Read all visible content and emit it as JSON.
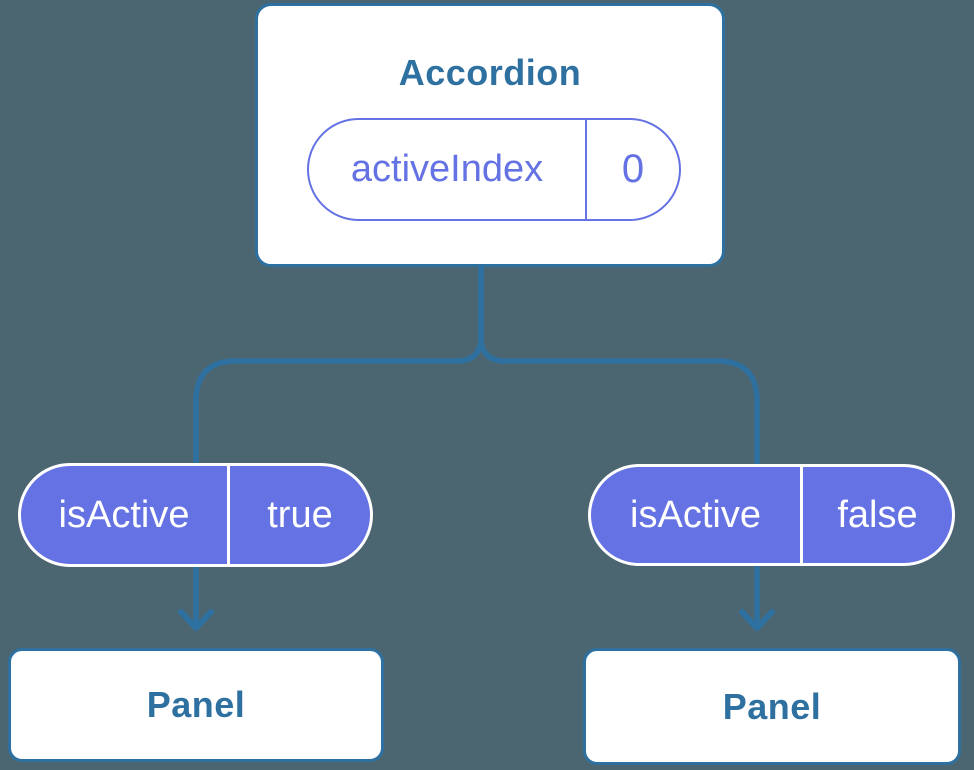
{
  "colors": {
    "bg": "#4C6671",
    "blue": "#2E70A0",
    "purple": "#6472E3",
    "box_bg": "#FFFFFF",
    "pill_text": "#FFFFFF"
  },
  "tree": {
    "root": {
      "title": "Accordion",
      "state_name": "activeIndex",
      "state_value": "0"
    },
    "children": [
      {
        "title": "Panel",
        "prop_name": "isActive",
        "prop_value": "true"
      },
      {
        "title": "Panel",
        "prop_name": "isActive",
        "prop_value": "false"
      }
    ]
  }
}
